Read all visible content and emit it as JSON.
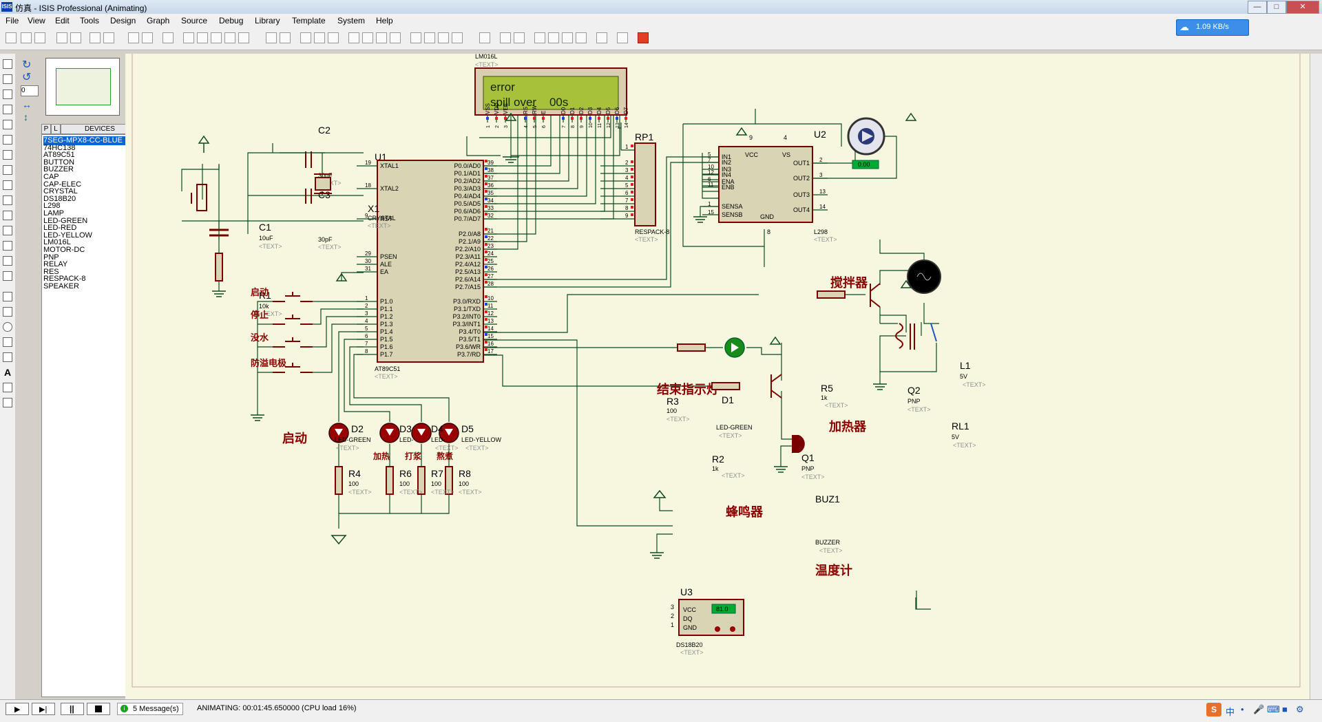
{
  "window": {
    "title": "仿真 - ISIS Professional (Animating)",
    "icon_label": "ISIS"
  },
  "menu": [
    "File",
    "View",
    "Edit",
    "Tools",
    "Design",
    "Graph",
    "Source",
    "Debug",
    "Library",
    "Template",
    "System",
    "Help"
  ],
  "cloud": {
    "text": "1.09 KB/s"
  },
  "side": {
    "angle": "0",
    "tab_p": "P",
    "tab_l": "L",
    "tab_devices": "DEVICES",
    "devices": [
      "7SEG-MPX8-CC-BLUE",
      "74HC138",
      "AT89C51",
      "BUTTON",
      "BUZZER",
      "CAP",
      "CAP-ELEC",
      "CRYSTAL",
      "DS18B20",
      "L298",
      "LAMP",
      "LED-GREEN",
      "LED-RED",
      "LED-YELLOW",
      "LM016L",
      "MOTOR-DC",
      "PNP",
      "RELAY",
      "RES",
      "RESPACK-8",
      "SPEAKER"
    ]
  },
  "lcd": {
    "name": "LM016L",
    "text": "<TEXT>",
    "line1": "error",
    "line2": "spill over    00s",
    "pins": [
      "VSS",
      "VDD",
      "VEE",
      "RS",
      "RW",
      "E",
      "D0",
      "D1",
      "D2",
      "D3",
      "D4",
      "D5",
      "D6",
      "D7"
    ],
    "pinnums": [
      "1",
      "2",
      "3",
      "4",
      "5",
      "6",
      "7",
      "8",
      "9",
      "10",
      "11",
      "12",
      "13",
      "14"
    ]
  },
  "u1": {
    "ref": "U1",
    "part": "AT89C51",
    "text": "<TEXT>",
    "left": [
      "XTAL1",
      "XTAL2",
      "RST",
      "PSEN",
      "ALE",
      "EA",
      "P1.0",
      "P1.1",
      "P1.2",
      "P1.3",
      "P1.4",
      "P1.5",
      "P1.6",
      "P1.7"
    ],
    "leftnums": [
      "19",
      "18",
      "9",
      "29",
      "30",
      "31",
      "1",
      "2",
      "3",
      "4",
      "5",
      "6",
      "7",
      "8"
    ],
    "right": [
      "P0.0/AD0",
      "P0.1/AD1",
      "P0.2/AD2",
      "P0.3/AD3",
      "P0.4/AD4",
      "P0.5/AD5",
      "P0.6/AD6",
      "P0.7/AD7",
      "P2.0/A8",
      "P2.1/A9",
      "P2.2/A10",
      "P2.3/A11",
      "P2.4/A12",
      "P2.5/A13",
      "P2.6/A14",
      "P2.7/A15",
      "P3.0/RXD",
      "P3.1/TXD",
      "P3.2/INT0",
      "P3.3/INT1",
      "P3.4/T0",
      "P3.5/T1",
      "P3.6/WR",
      "P3.7/RD"
    ],
    "rightnums": [
      "39",
      "38",
      "37",
      "36",
      "35",
      "34",
      "33",
      "32",
      "21",
      "22",
      "23",
      "24",
      "25",
      "26",
      "27",
      "28",
      "10",
      "11",
      "12",
      "13",
      "14",
      "15",
      "16",
      "17"
    ]
  },
  "rp1": {
    "ref": "RP1",
    "part": "RESPACK-8",
    "text": "<TEXT>",
    "pins": [
      "1",
      "2",
      "3",
      "4",
      "5",
      "6",
      "7",
      "8",
      "9"
    ]
  },
  "u2": {
    "ref": "U2",
    "part": "L298",
    "text": "<TEXT>",
    "left": [
      "IN1",
      "IN2",
      "IN3",
      "IN4",
      "ENA",
      "ENB",
      "SENSA",
      "SENSB"
    ],
    "leftnums": [
      "5",
      "7",
      "10",
      "12",
      "6",
      "11",
      "1",
      "15"
    ],
    "right": [
      "OUT1",
      "OUT2",
      "OUT3",
      "OUT4"
    ],
    "rightnums": [
      "2",
      "3",
      "13",
      "14"
    ],
    "vcc": "VCC",
    "vs": "VS",
    "gnd": "GND",
    "n9": "9",
    "n4": "4",
    "n8": "8"
  },
  "motor": {
    "value": "0.00"
  },
  "c1": {
    "ref": "C1",
    "value": "10uF",
    "text": "<TEXT>"
  },
  "c2": {
    "ref": "C2",
    "value": "30pF",
    "text": "<TEXT>"
  },
  "c3": {
    "ref": "C3",
    "value": "30pF",
    "text": "<TEXT>"
  },
  "x1": {
    "ref": "X1",
    "part": "CRYSTAL",
    "text": "<TEXT>"
  },
  "r1": {
    "ref": "R1",
    "value": "10k",
    "text": "<TEXT>"
  },
  "buttons": {
    "start": "启动",
    "stop": "停止",
    "soak": "没水",
    "electrode": "防溢电极"
  },
  "leds": {
    "d1": "D1",
    "d2": "D2",
    "d3": "D3",
    "d4": "D4",
    "d5": "D5",
    "green": "LED-GREEN",
    "yellow": "LED-YELLOW",
    "led_mid": "LED-",
    "text": "<TEXT>"
  },
  "labels": {
    "start": "启动",
    "heat": "加热",
    "grind": "打浆",
    "boil": "熬煮",
    "end_light": "结束指示灯",
    "buzzer": "蜂鸣器",
    "heater": "加热器",
    "stirrer": "搅拌器",
    "thermo": "温度计"
  },
  "resistors": {
    "r2": "R2",
    "r3": "R3",
    "r4": "R4",
    "r5": "R5",
    "r6": "R6",
    "r7": "R7",
    "r8": "R8",
    "v100": "100",
    "v1k": "1k",
    "text": "<TEXT>"
  },
  "q1": {
    "ref": "Q1",
    "part": "PNP",
    "text": "<TEXT>"
  },
  "q2": {
    "ref": "Q2",
    "part": "PNP",
    "text": "<TEXT>"
  },
  "l1": {
    "ref": "L1",
    "value": "5V",
    "text": "<TEXT>"
  },
  "rl1": {
    "ref": "RL1",
    "value": "5V",
    "text": "<TEXT>"
  },
  "buz1": {
    "ref": "BUZ1",
    "part": "BUZZER",
    "text": "<TEXT>"
  },
  "u3": {
    "ref": "U3",
    "part": "DS18B20",
    "text": "<TEXT>",
    "vcc": "VCC",
    "dq": "DQ",
    "gnd": "GND",
    "n3": "3",
    "n2": "2",
    "n1": "1",
    "temp": "81.0"
  },
  "status": {
    "messages": "5 Message(s)",
    "animating": "ANIMATING: 00:01:45.650000 (CPU load 16%)"
  },
  "colors": {
    "canvas": "#f7f7df",
    "wire": "#0b4a1e",
    "part": "#7a0000",
    "label": "#8b0000",
    "lcd_bg": "#a7c23a"
  }
}
